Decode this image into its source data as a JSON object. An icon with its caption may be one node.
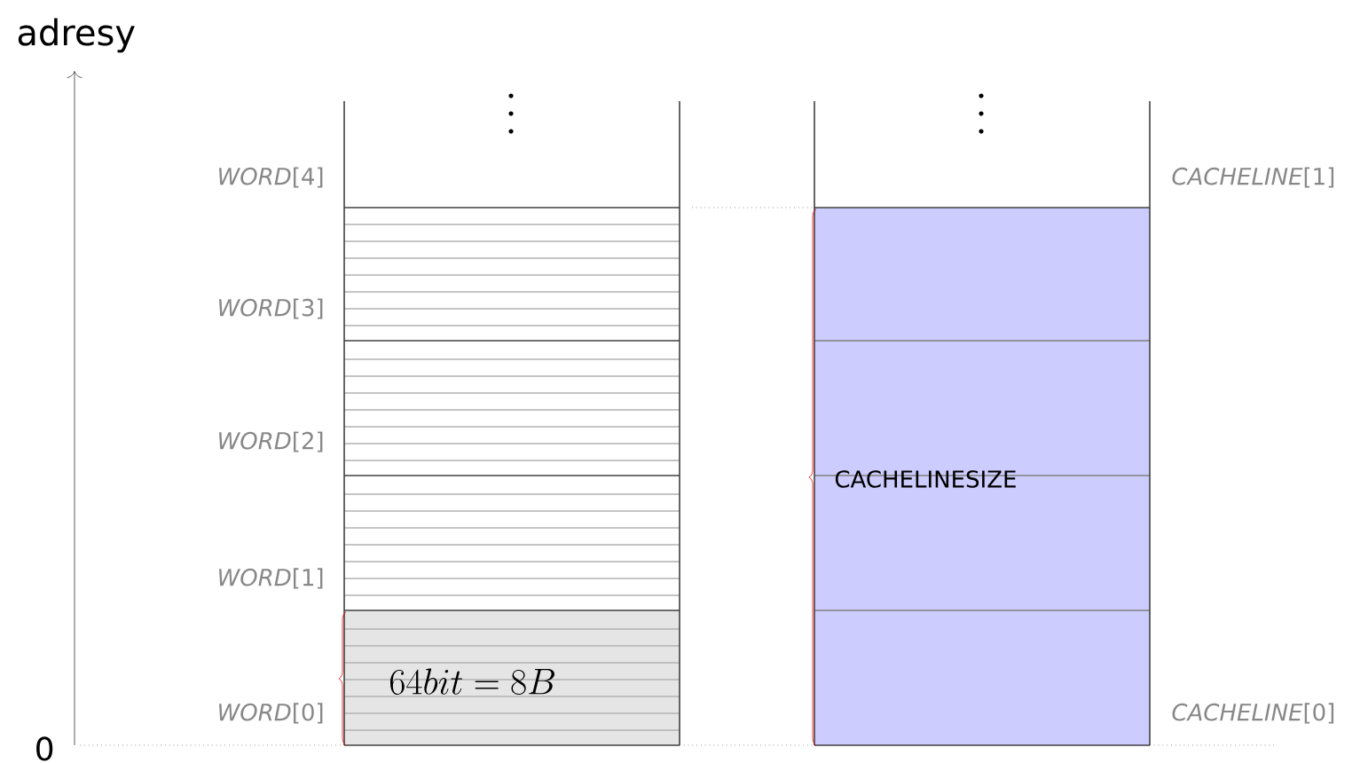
{
  "diagram": {
    "labels": [
      "adresy",
      "*WORD*[4]",
      "*CACHELINE*[1]",
      "*WORD*[3]",
      "*WORD*[2]",
      "CACHELINESIZE",
      "*WORD*[1]",
      "64bit = 8B",
      "*WORD*[0]",
      "*CACHELINE*[0]",
      "0"
    ]
  }
}
